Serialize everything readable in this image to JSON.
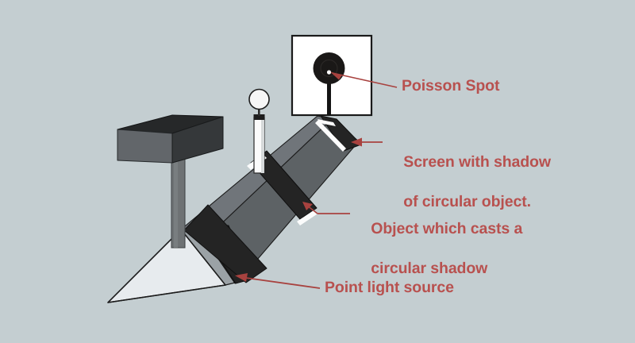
{
  "figure": {
    "title": "Poisson spot experiment diagram",
    "background_color": "#c4ced1",
    "label_color": "#b8514f",
    "leader_color": "#a8423f"
  },
  "labels": [
    {
      "id": "poisson-spot",
      "text": "Poisson Spot",
      "lines": [
        "Poisson Spot"
      ]
    },
    {
      "id": "screen",
      "text": "Screen with shadow of circular object.",
      "lines": [
        "Screen with shadow",
        "of circular object."
      ]
    },
    {
      "id": "object",
      "text": "Object which casts a circular shadow",
      "lines": [
        "Object which casts a",
        "circular shadow"
      ]
    },
    {
      "id": "point-light-source",
      "text": "Point light source",
      "lines": [
        "Point light source"
      ]
    }
  ],
  "scene": {
    "screen": {
      "name": "Screen with shadow of circular object.",
      "face_color": "#ffffff",
      "border_color": "#171717",
      "shadow_disc_color": "#1a1817",
      "poisson_spot_color": "#ffffff"
    },
    "object": {
      "name": "Object which casts a circular shadow",
      "disc_color": "#f4f4f4",
      "post_color": "#fbfbfb",
      "stem_color": "#2b2b2b"
    },
    "light_source": {
      "name": "Point light source",
      "housing_top_color": "#262626",
      "housing_front_color": "#5e6264",
      "housing_side_color": "#3b3d3e",
      "post_color": "#6c6f71"
    },
    "beam": {
      "name": "Expanding light cone",
      "top_face_color": "#6f7477",
      "lower_face_color": "#5b6063",
      "pale_face_color": "#e4e8ec",
      "band_color": "#242424",
      "highlight_color": "#fcfcfc"
    }
  }
}
